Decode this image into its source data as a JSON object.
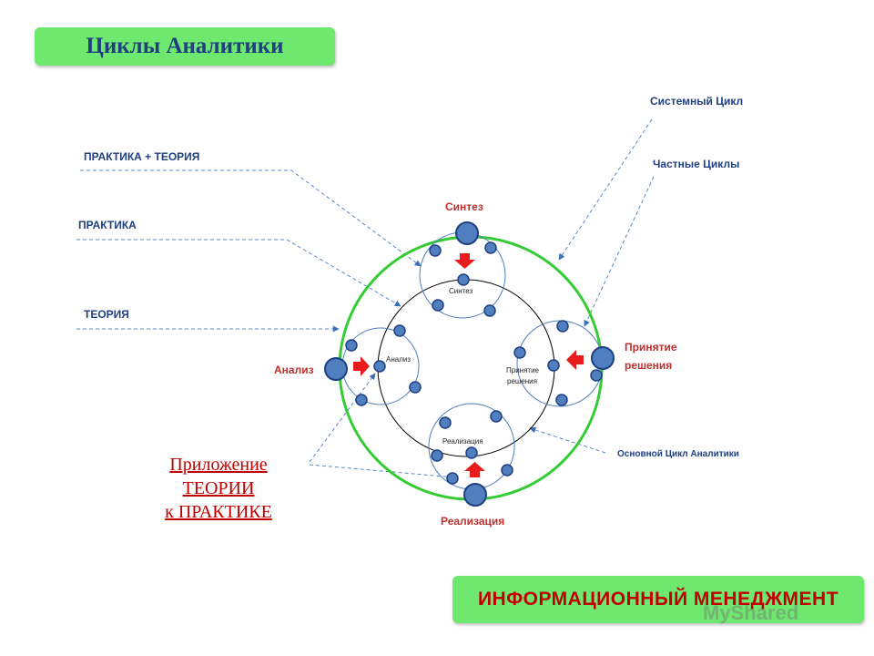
{
  "title": "Циклы Аналитики",
  "footer": "ИНФОРМАЦИОННЫЙ МЕНЕДЖМЕНТ",
  "left_labels": {
    "practice_theory": "ПРАКТИКА + ТЕОРИЯ",
    "practice": "ПРАКТИКА",
    "theory": "ТЕОРИЯ"
  },
  "right_labels": {
    "system_cycle": "Системный Цикл",
    "private_cycles": "Частные Циклы",
    "main_cycle": "Основной Цикл Аналитики"
  },
  "outer_nodes": {
    "synthesis": "Синтез",
    "analysis": "Анализ",
    "decision_line1": "Принятие",
    "decision_line2": "решения",
    "realization": "Реализация"
  },
  "inner_nodes": {
    "synthesis": "Синтез",
    "analysis": "Анализ",
    "decision_line1": "Принятие",
    "decision_line2": "решения",
    "realization": "Реализация"
  },
  "application": {
    "line1": "Приложение",
    "line2": "ТЕОРИИ",
    "line3": "к ПРАКТИКЕ"
  },
  "watermark": "MyShared",
  "colors": {
    "outer_ring": "#33cc33",
    "node_fill": "#4f7fbf",
    "node_stroke": "#1f3f80",
    "arrow": "#e81c1c",
    "box": "#6ee86e"
  }
}
